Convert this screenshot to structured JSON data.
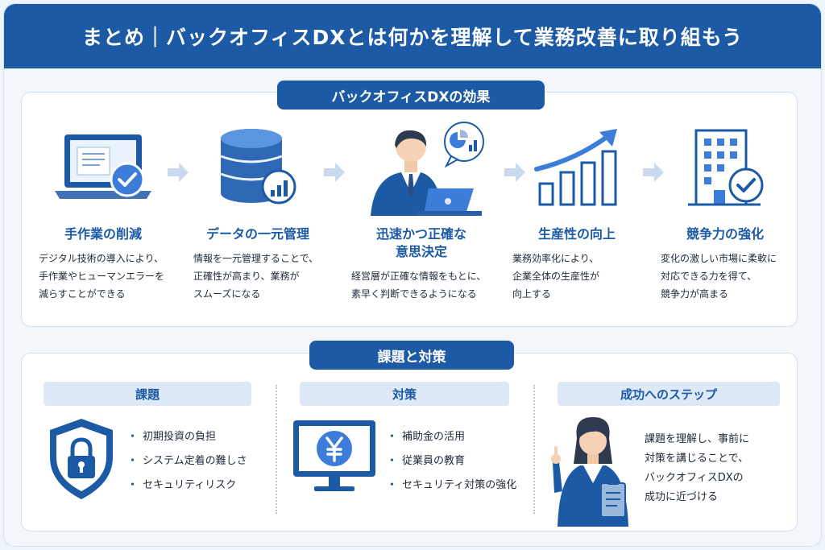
{
  "header": {
    "title": "まとめ｜バックオフィスDXとは何かを理解して業務改善に取り組もう"
  },
  "effects_section": {
    "title": "バックオフィスDXの効果",
    "items": [
      {
        "title": "手作業の削減",
        "icon": "laptop-check-icon",
        "desc": [
          "デジタル技術の導入により、",
          "手作業やヒューマンエラーを",
          "減らすことができる"
        ]
      },
      {
        "title": "データの一元管理",
        "icon": "database-chart-icon",
        "desc": [
          "情報を一元管理することで、",
          "正確性が高まり、業務が",
          "スムーズになる"
        ]
      },
      {
        "title_lines": [
          "迅速かつ正確な",
          "意思決定"
        ],
        "icon": "businessman-laptop-icon",
        "desc": [
          "経営層が正確な情報をもとに、",
          "素早く判断できるようになる"
        ]
      },
      {
        "title": "生産性の向上",
        "icon": "growth-chart-icon",
        "desc": [
          "業務効率化により、",
          "企業全体の生産性が",
          "向上する"
        ]
      },
      {
        "title": "競争力の強化",
        "icon": "building-check-icon",
        "desc": [
          "変化の激しい市場に柔軟に",
          "対応できる力を得て、",
          "競争力が高まる"
        ]
      }
    ]
  },
  "issues_section": {
    "title": "課題と対策",
    "issues": {
      "title": "課題",
      "icon": "shield-lock-icon",
      "items": [
        "初期投資の負担",
        "システム定着の難しさ",
        "セキュリティリスク"
      ]
    },
    "measures": {
      "title": "対策",
      "icon": "monitor-yen-icon",
      "items": [
        "補助金の活用",
        "従業員の教育",
        "セキュリティ対策の強化"
      ]
    },
    "steps": {
      "title": "成功へのステップ",
      "icon": "businesswoman-clipboard-icon",
      "text": [
        "課題を理解し、事前に",
        "対策を講じることで、",
        "バックオフィスDXの",
        "成功に近づける"
      ]
    }
  },
  "colors": {
    "primary": "#1d5aa6",
    "light": "#dde9f6",
    "accent": "#3b7dd8"
  }
}
